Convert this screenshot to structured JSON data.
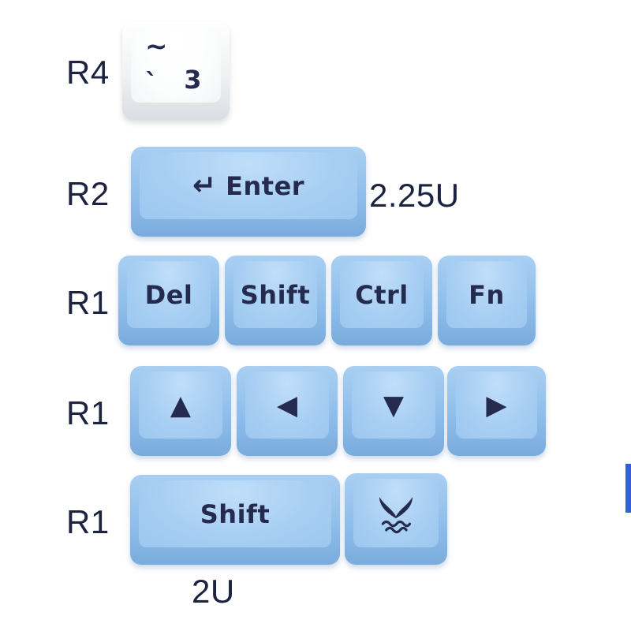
{
  "colors": {
    "background": "#ffffff",
    "legend_text": "#252b4f",
    "label_text": "#1c2340",
    "key_blue_face": "#a8cff3",
    "key_blue_body": "#79abdc",
    "key_white_face": "#ffffff",
    "key_white_body": "#d9dde2",
    "accent_line": "#2f63d4"
  },
  "rows": [
    {
      "row_label": "R4",
      "keys": [
        {
          "name": "tilde-key",
          "legend_top_left": "~",
          "legend_bottom_left": "`",
          "legend_bottom_right": "3"
        }
      ]
    },
    {
      "row_label": "R2",
      "size_note": "2.25U",
      "keys": [
        {
          "name": "enter-key",
          "icon": "↵",
          "label": "Enter"
        }
      ]
    },
    {
      "row_label": "R1",
      "keys": [
        {
          "name": "del-key",
          "label": "Del"
        },
        {
          "name": "shift-key",
          "label": "Shift"
        },
        {
          "name": "ctrl-key",
          "label": "Ctrl"
        },
        {
          "name": "fn-key",
          "label": "Fn"
        }
      ]
    },
    {
      "row_label": "R1",
      "keys": [
        {
          "name": "arrow-up-key",
          "icon": "▲"
        },
        {
          "name": "arrow-left-key",
          "icon": "◀"
        },
        {
          "name": "arrow-down-key",
          "icon": "▼"
        },
        {
          "name": "arrow-right-key",
          "icon": "▶"
        }
      ]
    },
    {
      "row_label": "R1",
      "size_note": "2U",
      "keys": [
        {
          "name": "shift-2u-key",
          "label": "Shift"
        },
        {
          "name": "whale-key",
          "icon": "whale-tail"
        }
      ]
    }
  ]
}
